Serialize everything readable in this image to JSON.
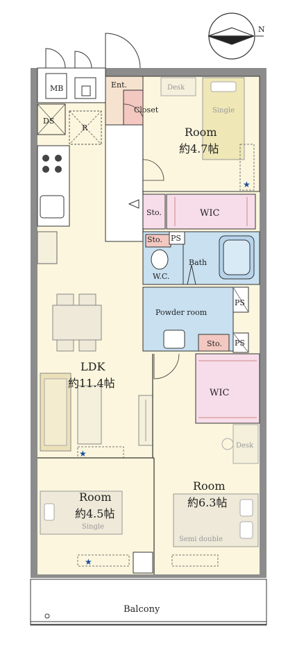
{
  "compass": {
    "icon": "north-arrow-icon"
  },
  "labels": {
    "mb": "MB",
    "ds": "DS",
    "r": "R",
    "ent": "Ent.",
    "closet": "Closet",
    "desk_top": "Desk",
    "single_top": "Single",
    "room_top_name": "Room",
    "room_top_size": "約4.7帖",
    "sto_wic": "Sto.",
    "wic_top": "WIC",
    "sto_small": "Sto.",
    "ps_top": "PS",
    "bath": "Bath",
    "wc": "W.C.",
    "powder_room": "Powder room",
    "ps_right1": "PS",
    "sto_powder": "Sto.",
    "ps_right2": "PS",
    "ldk_name": "LDK",
    "ldk_size": "約11.4帖",
    "wic_right": "WIC",
    "desk_right": "Desk",
    "room_right_name": "Room",
    "room_right_size": "約6.3帖",
    "semi_double": "Semi double",
    "room_bl_name": "Room",
    "room_bl_size": "約4.5帖",
    "single_bl": "Single",
    "balcony": "Balcony"
  },
  "colors": {
    "wall": "#8c8c8c",
    "floor": "#fbf6dd",
    "entrance": "#f6e3cf",
    "closet": "#f3c8c0",
    "wet": "#c8e0f0",
    "wic": "#f7dde9",
    "star": "#1a4fa0"
  }
}
